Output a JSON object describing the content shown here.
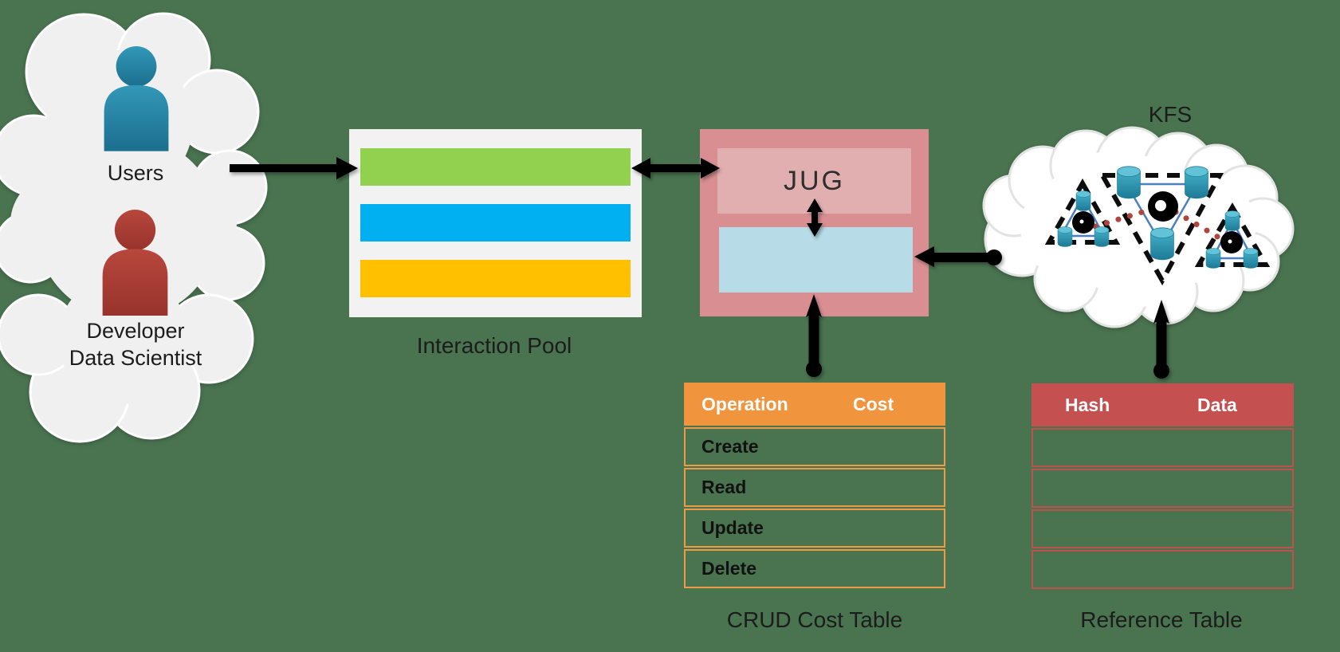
{
  "colors": {
    "background": "#4A7450",
    "left_cloud_fill": "#F0F0F0",
    "pool_box": "#F2F2F2",
    "bar_green": "#92D050",
    "bar_blue": "#00B0F0",
    "bar_orange": "#FFC000",
    "jug_outer": "#D98F92",
    "jug_inner": "#E2AFB1",
    "jug_blue": "#B7DCE8",
    "crud_header": "#F0943E",
    "crud_border": "#EE9B48",
    "ref_header": "#C4514F",
    "ref_border": "#C0504D",
    "person_users": "#2E86A6",
    "person_developer": "#A93F37",
    "kfs_cylinder": "#2F9CB6",
    "kfs_link_blue": "#4A7FC1",
    "kfs_dots_red": "#B0453E",
    "arrow": "#000000"
  },
  "users_cloud": {
    "users_label": "Users",
    "developer_line1": "Developer",
    "developer_line2": "Data Scientist"
  },
  "interaction_pool": {
    "label": "Interaction Pool"
  },
  "jug": {
    "label": "JUG"
  },
  "kfs": {
    "label": "KFS"
  },
  "crud_table": {
    "title": "CRUD Cost Table",
    "headers": [
      "Operation",
      "Cost"
    ],
    "rows": [
      "Create",
      "Read",
      "Update",
      "Delete"
    ]
  },
  "reference_table": {
    "title": "Reference Table",
    "headers": [
      "Hash",
      "Data"
    ],
    "rows": [
      "",
      "",
      "",
      ""
    ]
  }
}
